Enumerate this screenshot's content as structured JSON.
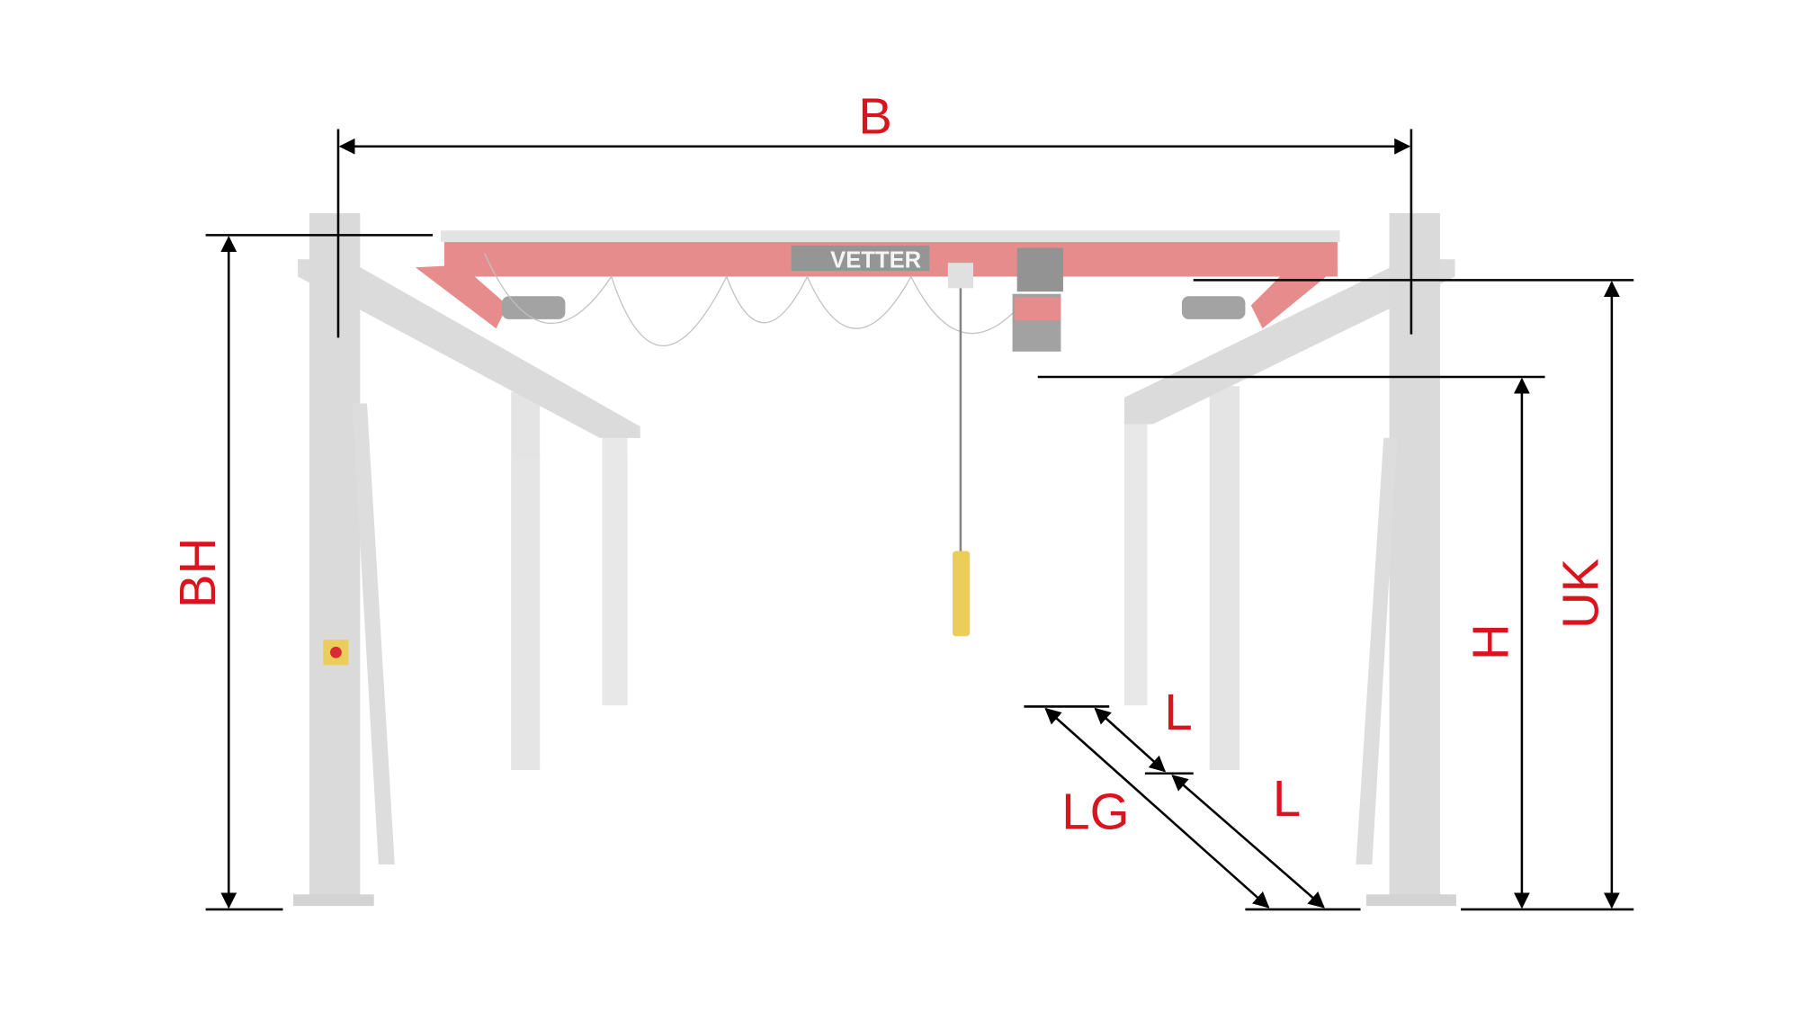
{
  "diagram": {
    "brand_logo": "VETTER",
    "dimension_labels": {
      "span": "B",
      "building_height": "BH",
      "hook_height": "H",
      "runway_top_height": "UK",
      "column_spacing_1": "L",
      "column_spacing_2": "L",
      "total_length": "LG"
    },
    "colors": {
      "label": "#d9141e",
      "girder": "#e58080",
      "steel": "#dcdcdc",
      "pendant": "#e8c84a"
    }
  }
}
